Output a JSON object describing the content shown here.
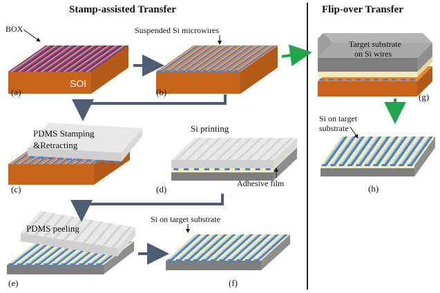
{
  "titles": {
    "stamp": "Stamp-assisted Transfer",
    "flip": "Flip-over Transfer"
  },
  "labels": {
    "box": "BOX",
    "soi": "SOI",
    "suspended": "Suspended Si microwires",
    "pdms_stamping_1": "PDMS Stamping",
    "pdms_stamping_2": "&Retracting",
    "si_printing": "Si printing",
    "adhesive": "Adhesive  film",
    "pdms_peeling": "PDMS peeling",
    "si_target_f": "Si on target substrate",
    "target_on_wires_1": "Target  substrate",
    "target_on_wires_2": "on Si wires",
    "si_target_h_1": "Si on target",
    "si_target_h_2": "substrate"
  },
  "panels": [
    "(a)",
    "(b)",
    "(c)",
    "(d)",
    "(e)",
    "(f)",
    "(g)",
    "(h)"
  ],
  "colors": {
    "orange_top": "#e9832f",
    "orange_side": "#c8651a",
    "red_box": "#c0202a",
    "wire_blue": "#4b82c8",
    "wire_light": "#a9c8ea",
    "gray": "#a8a8a8",
    "gray_dark": "#7e7e7e",
    "cream": "#f4ebb5",
    "pdms": "#e8e8e8",
    "arrow_dark": "#4d5d74",
    "arrow_green": "#1fa64a"
  }
}
